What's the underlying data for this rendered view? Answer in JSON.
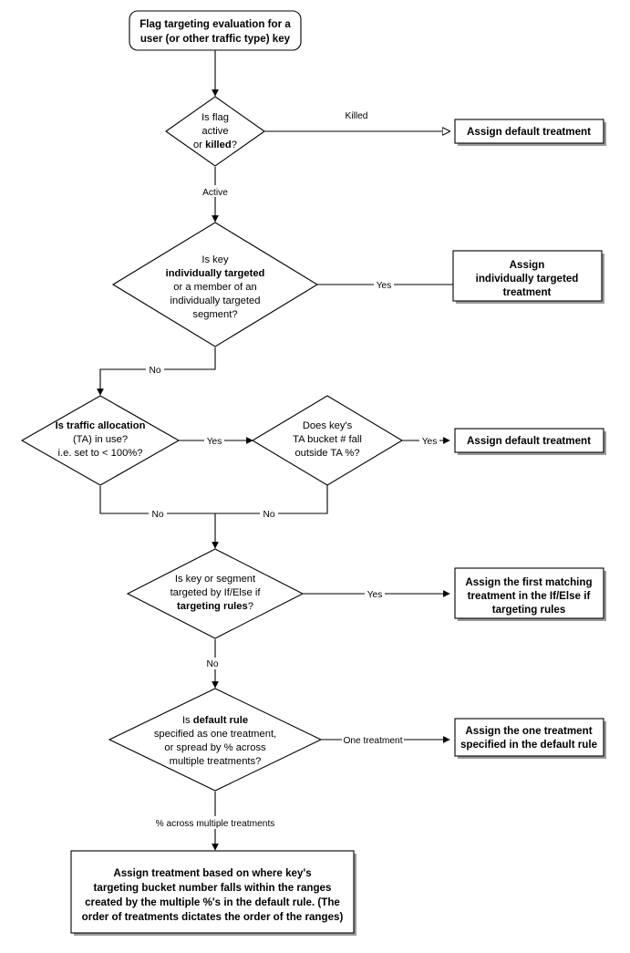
{
  "diagram": {
    "title": "Flag targeting evaluation flowchart",
    "colors": {
      "background": "#ffffff",
      "stroke": "#000000",
      "shape_fill": "#ffffff",
      "shadow": "#9a9a9a"
    },
    "nodes": [
      {
        "id": "start",
        "type": "terminator",
        "name": "start-node",
        "lines": [
          {
            "text": "Flag targeting evaluation for a",
            "bold": true
          },
          {
            "text": "user (or other traffic type) key",
            "bold": true
          }
        ]
      },
      {
        "id": "d1",
        "type": "decision",
        "name": "decision-flag-active-or-killed",
        "lines": [
          {
            "text": "Is flag",
            "bold": false
          },
          {
            "text": "active",
            "bold": false
          },
          {
            "text": "or killed?",
            "bold": false,
            "bold_part": "killed"
          }
        ]
      },
      {
        "id": "b1",
        "type": "process",
        "name": "box-assign-default-treatment-killed",
        "lines": [
          {
            "text": "Assign default treatment",
            "bold": true
          }
        ]
      },
      {
        "id": "d2",
        "type": "decision",
        "name": "decision-individually-targeted",
        "lines": [
          {
            "text": "Is key",
            "bold": false
          },
          {
            "text": "individually targeted",
            "bold": true
          },
          {
            "text": "or a member of an",
            "bold": false
          },
          {
            "text": "individually targeted",
            "bold": false
          },
          {
            "text": "segment?",
            "bold": false
          }
        ]
      },
      {
        "id": "b2",
        "type": "process",
        "name": "box-assign-individually-targeted-treatment",
        "lines": [
          {
            "text": "Assign",
            "bold": true
          },
          {
            "text": "individually targeted",
            "bold": true
          },
          {
            "text": "treatment",
            "bold": true
          }
        ]
      },
      {
        "id": "d3",
        "type": "decision",
        "name": "decision-traffic-allocation-in-use",
        "lines": [
          {
            "text": "Is traffic allocation",
            "bold": true
          },
          {
            "text": "(TA) in use?",
            "bold": false
          },
          {
            "text": "i.e. set to < 100%?",
            "bold": false
          }
        ]
      },
      {
        "id": "d4",
        "type": "decision",
        "name": "decision-ta-bucket-outside-ta-percent",
        "lines": [
          {
            "text": "Does key's",
            "bold": false
          },
          {
            "text": "TA bucket # fall",
            "bold": false
          },
          {
            "text": "outside TA %?",
            "bold": false
          }
        ]
      },
      {
        "id": "b3",
        "type": "process",
        "name": "box-assign-default-treatment-ta",
        "lines": [
          {
            "text": "Assign default treatment",
            "bold": true
          }
        ]
      },
      {
        "id": "d5",
        "type": "decision",
        "name": "decision-targeting-rules",
        "lines": [
          {
            "text": "Is key or segment",
            "bold": false
          },
          {
            "text": "targeted by If/Else if",
            "bold": false
          },
          {
            "text": "targeting rules?",
            "bold": true
          }
        ]
      },
      {
        "id": "b4",
        "type": "process",
        "name": "box-assign-first-matching-treatment",
        "lines": [
          {
            "text": "Assign the first matching",
            "bold": true
          },
          {
            "text": "treatment in the If/Else if",
            "bold": true
          },
          {
            "text": "targeting rules",
            "bold": true
          }
        ]
      },
      {
        "id": "d6",
        "type": "decision",
        "name": "decision-default-rule",
        "lines": [
          {
            "text": "Is default rule",
            "bold": false,
            "bold_part": "default rule"
          },
          {
            "text": "specified as one treatment,",
            "bold": false
          },
          {
            "text": "or spread by % across",
            "bold": false
          },
          {
            "text": "multiple treatments?",
            "bold": false
          }
        ]
      },
      {
        "id": "b5",
        "type": "process",
        "name": "box-assign-one-treatment-default-rule",
        "lines": [
          {
            "text": "Assign the one treatment",
            "bold": true
          },
          {
            "text": "specified in the default rule",
            "bold": true
          }
        ]
      },
      {
        "id": "b6",
        "type": "process",
        "name": "box-assign-treatment-by-bucket-range",
        "lines": [
          {
            "text": "Assign treatment based on where key's",
            "bold": true
          },
          {
            "text": "targeting bucket number falls within the ranges",
            "bold": true
          },
          {
            "text": "created by the multiple %'s in the default rule. (The",
            "bold": true
          },
          {
            "text": "order of treatments dictates the order of the ranges)",
            "bold": true
          }
        ]
      }
    ],
    "edges": [
      {
        "id": "e1",
        "name": "edge-start-to-decision1",
        "label": "",
        "from": "start",
        "to": "d1",
        "arrow": "filled"
      },
      {
        "id": "e2",
        "name": "edge-decision1-killed",
        "label": "Killed",
        "from": "d1",
        "to": "b1",
        "arrow": "hollow"
      },
      {
        "id": "e3",
        "name": "edge-decision1-active",
        "label": "Active",
        "from": "d1",
        "to": "d2",
        "arrow": "filled"
      },
      {
        "id": "e4",
        "name": "edge-decision2-yes",
        "label": "Yes",
        "from": "d2",
        "to": "b2",
        "arrow": "none"
      },
      {
        "id": "e5",
        "name": "edge-decision2-no",
        "label": "No",
        "from": "d2",
        "to": "d3",
        "arrow": "filled"
      },
      {
        "id": "e6",
        "name": "edge-decision3-yes",
        "label": "Yes",
        "from": "d3",
        "to": "d4",
        "arrow": "filled"
      },
      {
        "id": "e7",
        "name": "edge-decision4-yes",
        "label": "Yes",
        "from": "d4",
        "to": "b3",
        "arrow": "filled"
      },
      {
        "id": "e8",
        "name": "edge-decision3-no",
        "label": "No",
        "from": "d3",
        "to": "d5",
        "arrow": "filled"
      },
      {
        "id": "e9",
        "name": "edge-decision4-no",
        "label": "No",
        "from": "d4",
        "to": "d5",
        "arrow": "filled"
      },
      {
        "id": "e10",
        "name": "edge-decision5-yes",
        "label": "Yes",
        "from": "d5",
        "to": "b4",
        "arrow": "filled"
      },
      {
        "id": "e11",
        "name": "edge-decision5-no",
        "label": "No",
        "from": "d5",
        "to": "d6",
        "arrow": "filled"
      },
      {
        "id": "e12",
        "name": "edge-decision6-one-treatment",
        "label": "One treatment",
        "from": "d6",
        "to": "b5",
        "arrow": "filled"
      },
      {
        "id": "e13",
        "name": "edge-decision6-percent-spread",
        "label": "% across multiple treatments",
        "from": "d6",
        "to": "b6",
        "arrow": "filled"
      }
    ]
  }
}
